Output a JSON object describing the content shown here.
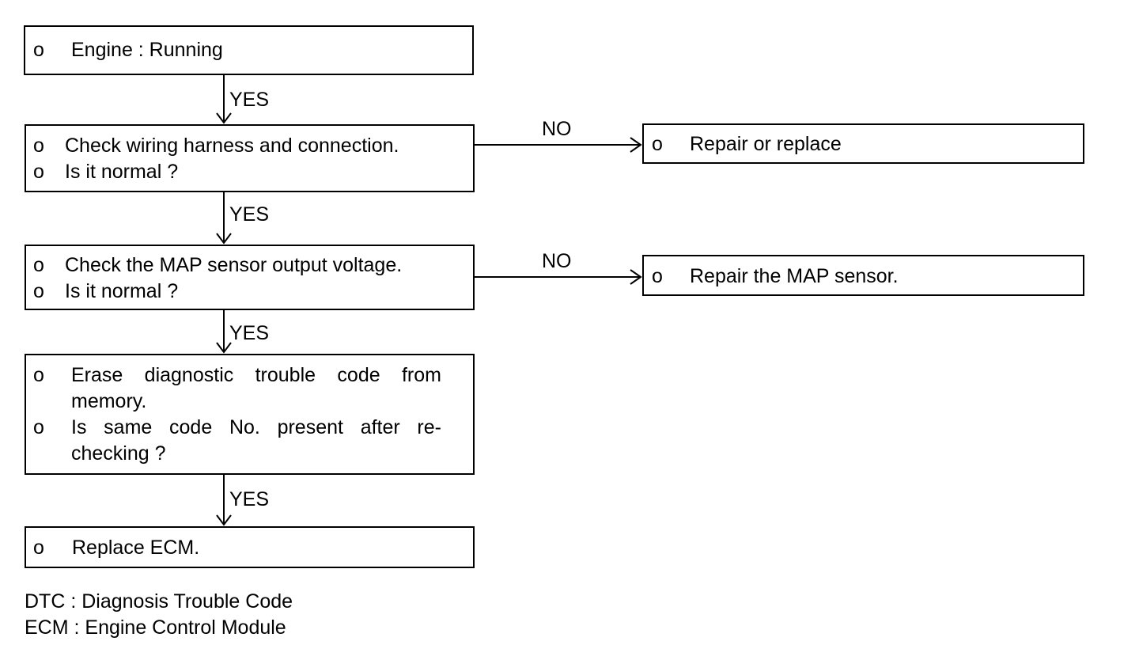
{
  "flowchart": {
    "bullet": "o",
    "yes_label": "YES",
    "no_label": "NO",
    "steps": [
      {
        "id": "engine",
        "lines": [
          "Engine : Running"
        ]
      },
      {
        "id": "wiring",
        "lines": [
          "Check wiring harness and connection.",
          "Is it normal ?"
        ]
      },
      {
        "id": "map",
        "lines": [
          "Check the MAP sensor output voltage.",
          "Is it normal ?"
        ]
      },
      {
        "id": "erase",
        "lines": [
          "Erase diagnostic trouble code from",
          "memory.",
          "Is same code No. present after re-",
          "checking ?"
        ]
      },
      {
        "id": "ecm",
        "lines": [
          "Replace ECM."
        ]
      }
    ],
    "outcomes": [
      {
        "id": "repair_wiring",
        "lines": [
          "Repair or replace"
        ]
      },
      {
        "id": "repair_map",
        "lines": [
          "Repair the MAP sensor."
        ]
      }
    ]
  },
  "legend": {
    "dtc": "DTC : Diagnosis Trouble Code",
    "ecm": "ECM : Engine Control Module"
  }
}
